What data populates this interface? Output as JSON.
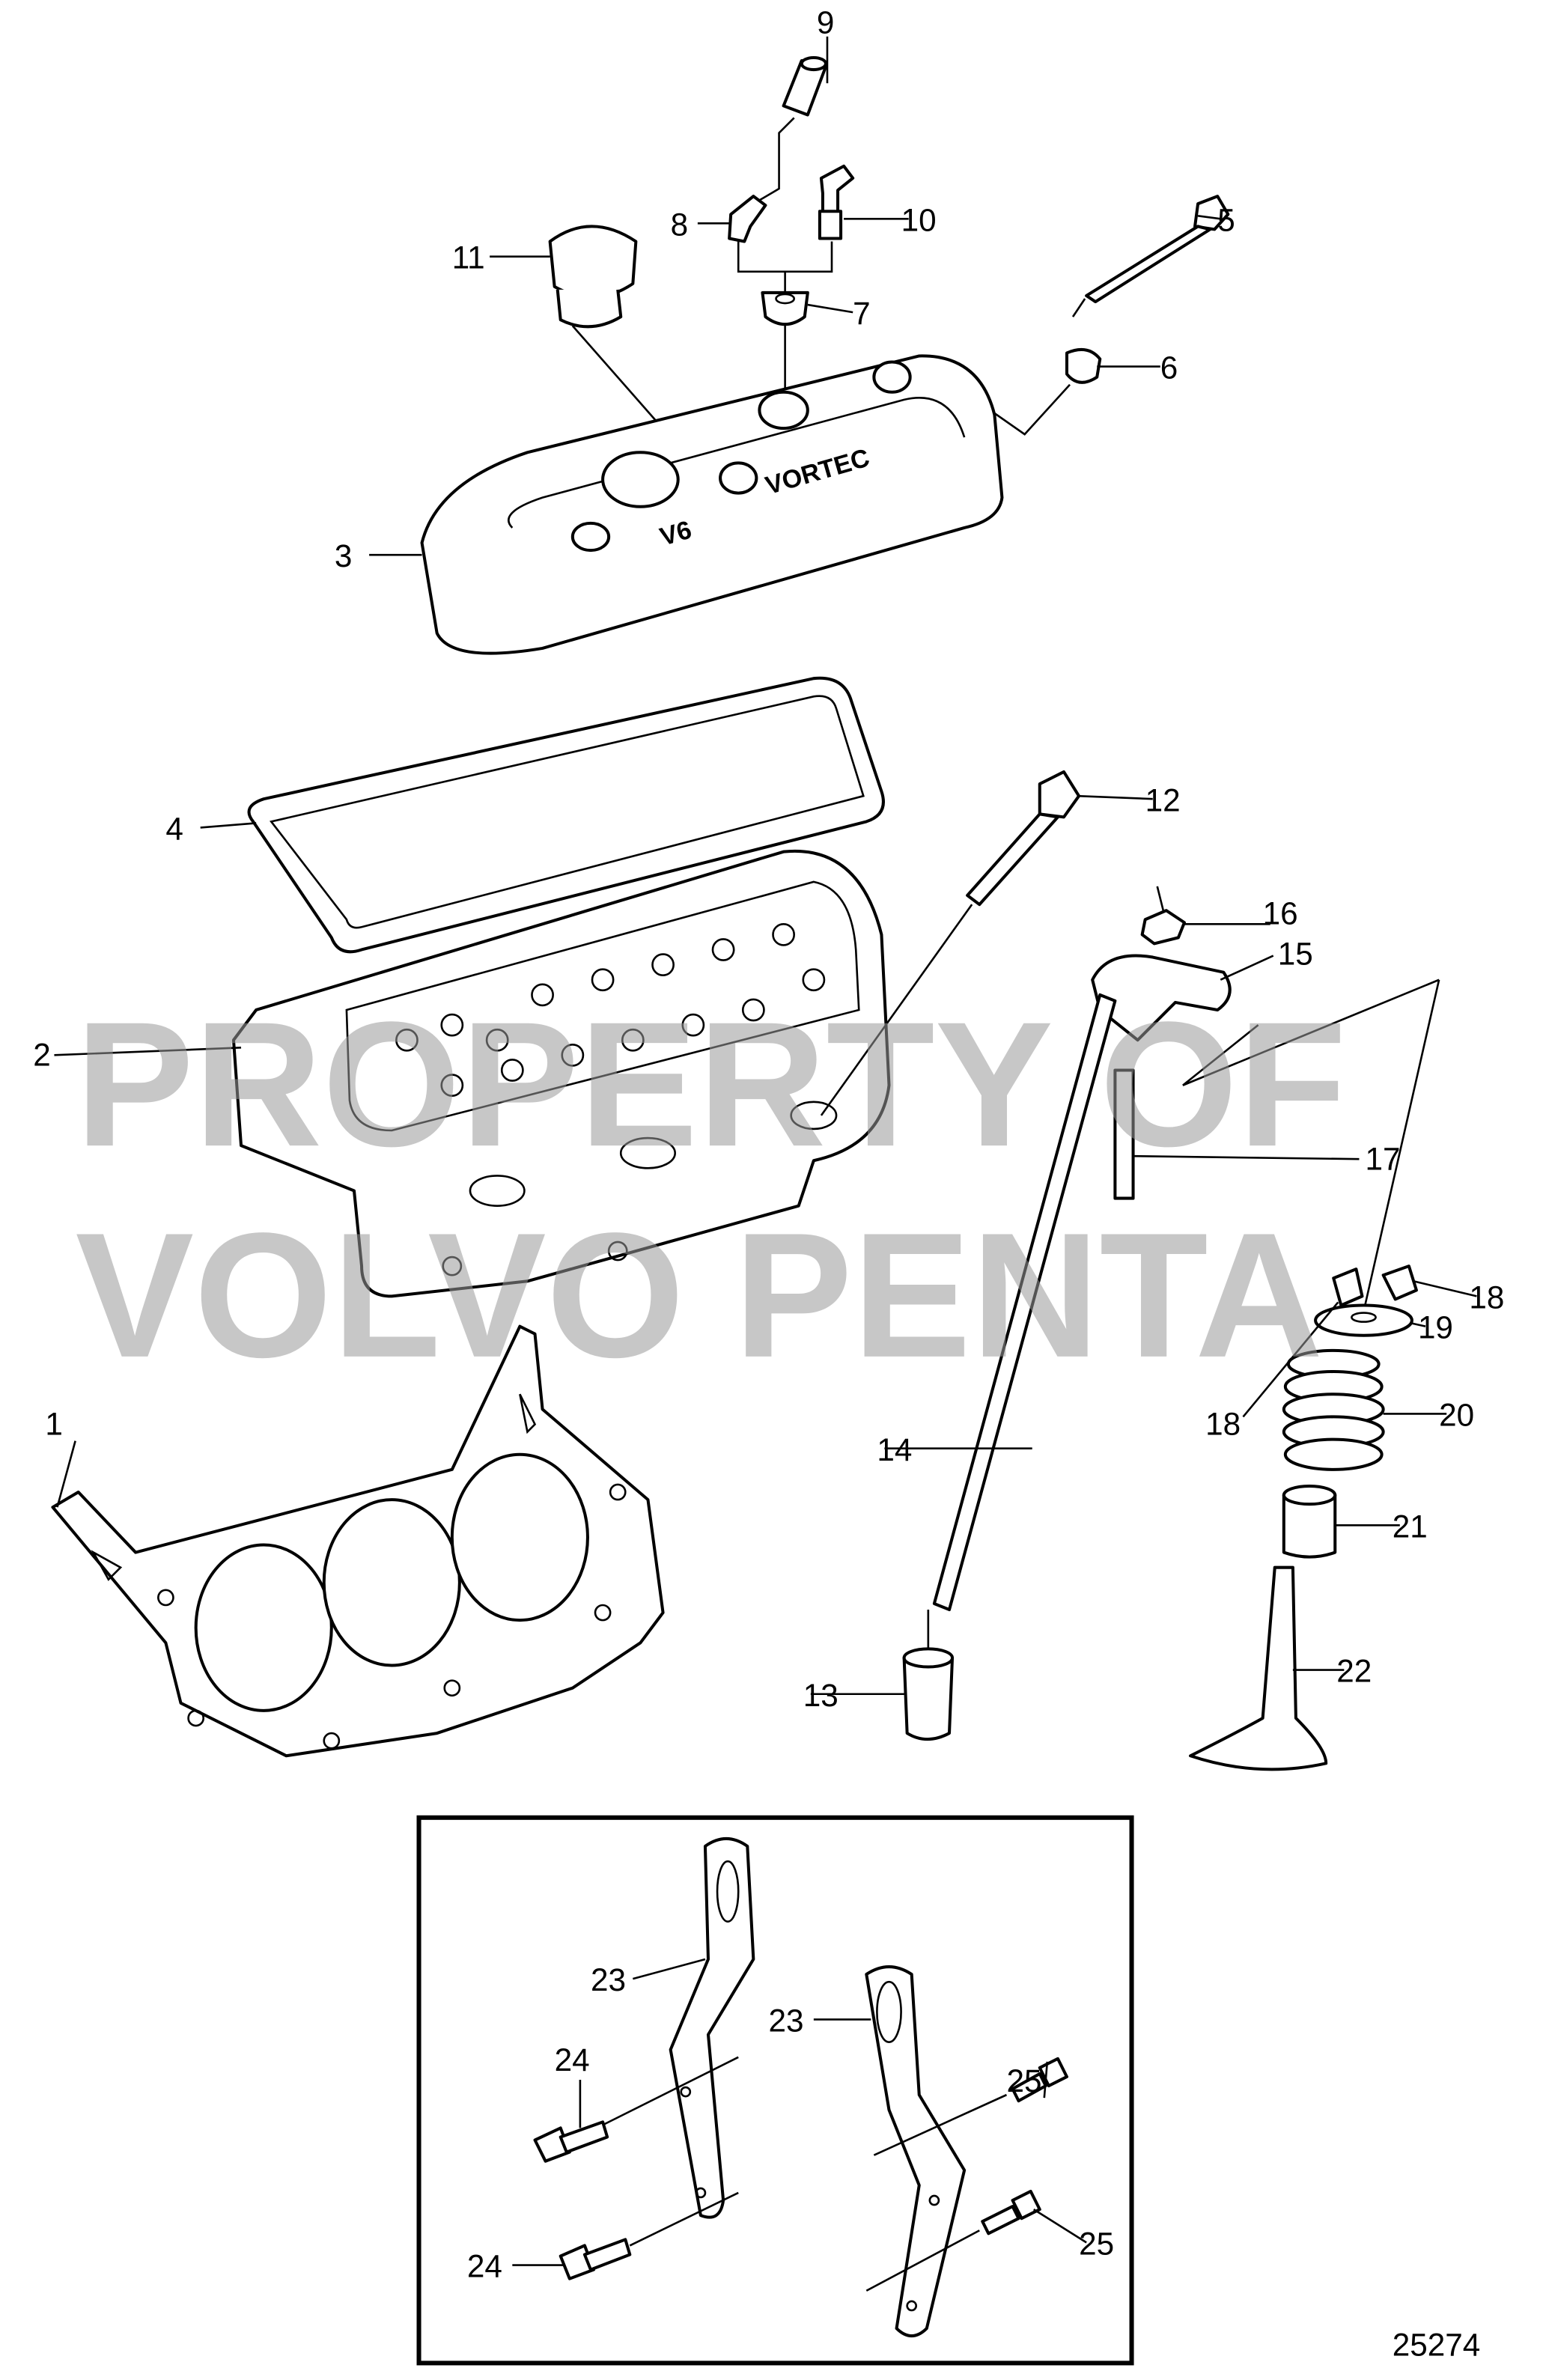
{
  "diagram": {
    "figure_number": "25274",
    "watermark": [
      "PROPERTY OF",
      "VOLVO PENTA"
    ],
    "cover_markings": [
      "V6",
      "VORTEC"
    ],
    "callouts": [
      "1",
      "2",
      "3",
      "4",
      "5",
      "6",
      "7",
      "8",
      "9",
      "10",
      "11",
      "12",
      "13",
      "14",
      "15",
      "16",
      "17",
      "18",
      "18",
      "19",
      "20",
      "21",
      "22",
      "23",
      "23",
      "24",
      "24",
      "25",
      "25"
    ]
  }
}
